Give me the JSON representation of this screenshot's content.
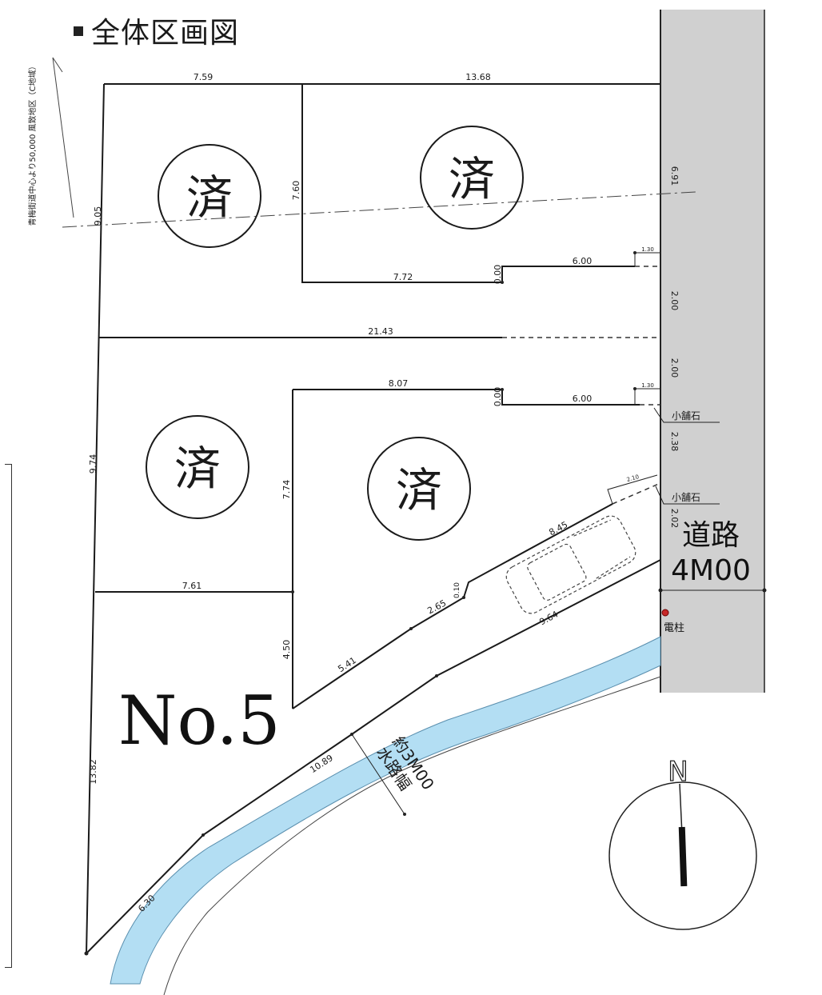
{
  "title": "全体区画図",
  "lot_label": "No.5",
  "road": {
    "name": "道路",
    "width": "4M00"
  },
  "sold_mark": "済",
  "utility_pole": "電柱",
  "curb_stone": "小舗石",
  "zone_note": "青梅街道中心より50,000 風致地区（C地域）",
  "waterway": {
    "line1": "水路幅",
    "line2": "約3M00"
  },
  "compass": "N",
  "dimensions": {
    "top_left": "7.59",
    "top_right": "13.68",
    "left_upper": "9.05",
    "right_upper": "6.91",
    "inner_vertical": "7.60",
    "inner_bottom": "7.72",
    "step1": "0.00",
    "drive1": "6.00",
    "small1": "1.30",
    "right_2a": "2.00",
    "mid_line": "21.43",
    "right_2b": "2.00",
    "lot_b_top": "8.07",
    "step2": "0.00",
    "drive2": "6.00",
    "small2": "1.30",
    "left_mid": "9.74",
    "lot_b_left": "7.74",
    "right_238": "2.38",
    "diag_small": "2.10",
    "right_202": "2.02",
    "diag_845": "8.45",
    "lot_c_top": "7.61",
    "step3": "0.10",
    "seg_265": "2.65",
    "seg_964": "9.64",
    "vert_450": "4.50",
    "seg_541": "5.41",
    "seg_1089": "10.89",
    "left_lower": "13.82",
    "seg_630": "6.30"
  }
}
